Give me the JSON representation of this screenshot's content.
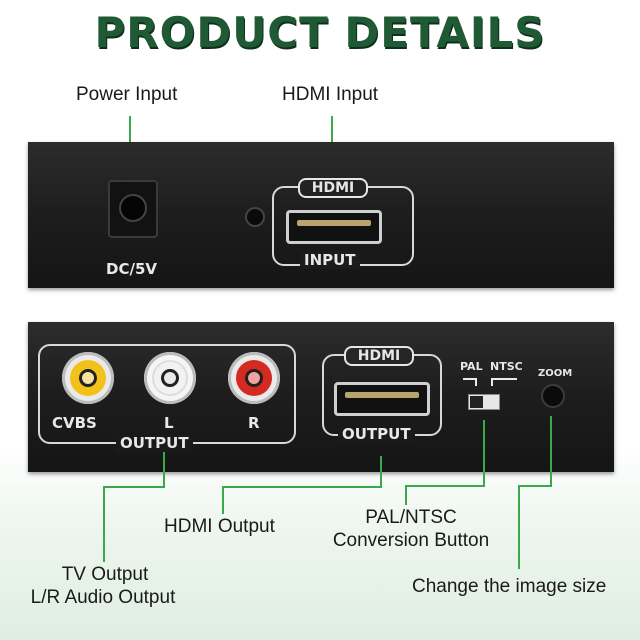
{
  "title": "PRODUCT DETAILS",
  "callouts": {
    "power_input": "Power Input",
    "hdmi_input": "HDMI Input",
    "hdmi_output": "HDMI Output",
    "pal_ntsc_line1": "PAL/NTSC",
    "pal_ntsc_line2": "Conversion Button",
    "tv_output_line1": "TV Output",
    "tv_output_line2": "L/R Audio Output",
    "image_size": "Change the image size"
  },
  "device_top": {
    "dc_label": "DC/5V",
    "hdmi_badge": "HDMI",
    "input_label": "INPUT"
  },
  "device_bottom": {
    "cvbs": "CVBS",
    "left": "L",
    "right": "R",
    "output_label": "OUTPUT",
    "hdmi_badge": "HDMI",
    "hdmi_output_label": "OUTPUT",
    "pal": "PAL",
    "ntsc": "NTSC",
    "zoom": "ZOOM"
  },
  "colors": {
    "accent_green": "#3aa94c",
    "title_green": "#1f5a34",
    "rca_yellow": "#f2c21b",
    "rca_white": "#f2f2f2",
    "rca_red": "#d42a22"
  }
}
